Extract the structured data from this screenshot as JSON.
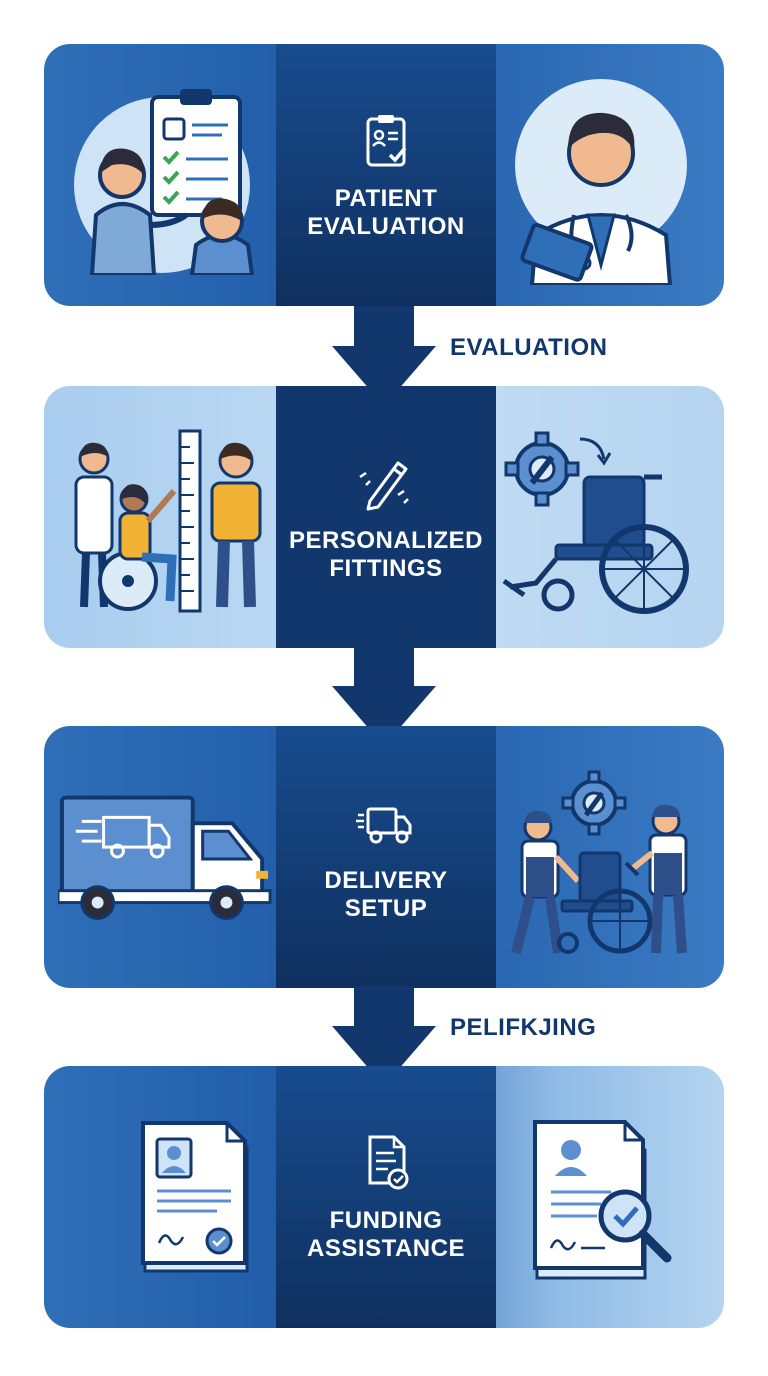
{
  "steps": [
    {
      "title_line1": "PATIENT",
      "title_line2": "EVALUATION"
    },
    {
      "title_line1": "PERSONALIZED",
      "title_line2": "FITTINGS"
    },
    {
      "title_line1": "DELIVERY",
      "title_line2": "SETUP"
    },
    {
      "title_line1": "FUNDING",
      "title_line2": "ASSISTANCE"
    }
  ],
  "connectors": [
    {
      "label": "EVALUATION"
    },
    {
      "label": ""
    },
    {
      "label": "PELIFKJING"
    }
  ],
  "colors": {
    "navy": "#12376c",
    "panel_blue": "#2f6fb8",
    "panel_light": "#b5d4f0",
    "check_green": "#3aa655",
    "accent_yellow": "#f2b233"
  },
  "icons": {
    "step1": [
      "clipboard-check-icon",
      "consultation-illustration",
      "doctor-illustration"
    ],
    "step2": [
      "ruler-pencil-icon",
      "measurement-illustration",
      "wheelchair-gear-illustration"
    ],
    "step3": [
      "delivery-truck-icon",
      "truck-illustration",
      "technicians-illustration"
    ],
    "step4": [
      "document-check-icon",
      "certificate-illustration",
      "approved-document-illustration"
    ]
  }
}
